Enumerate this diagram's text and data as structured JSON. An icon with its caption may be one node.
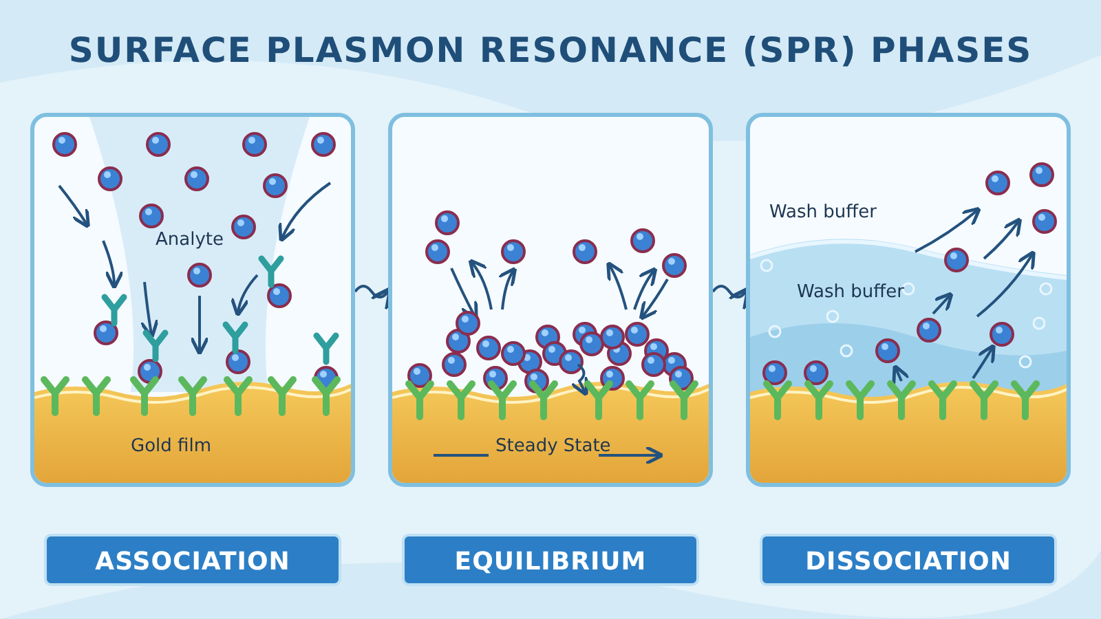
{
  "diagram": {
    "title": "SURFACE PLASMON RESONANCE (SPR) PHASES",
    "nodes": [
      {
        "text": [
          "Analyte",
          "Gold film"
        ],
        "beside": [
          "ASSOCIATION"
        ]
      },
      {
        "text": [
          "Steady State"
        ],
        "beside": [
          "EQUILIBRIUM"
        ]
      },
      {
        "text": [
          "Wash buffer",
          "Wash buffer"
        ],
        "beside": [
          "DISSOCIATION"
        ]
      }
    ],
    "edges": [
      {
        "from": 0,
        "to": 1,
        "arrow": "to"
      },
      {
        "from": 1,
        "to": 2,
        "arrow": "to"
      }
    ]
  }
}
